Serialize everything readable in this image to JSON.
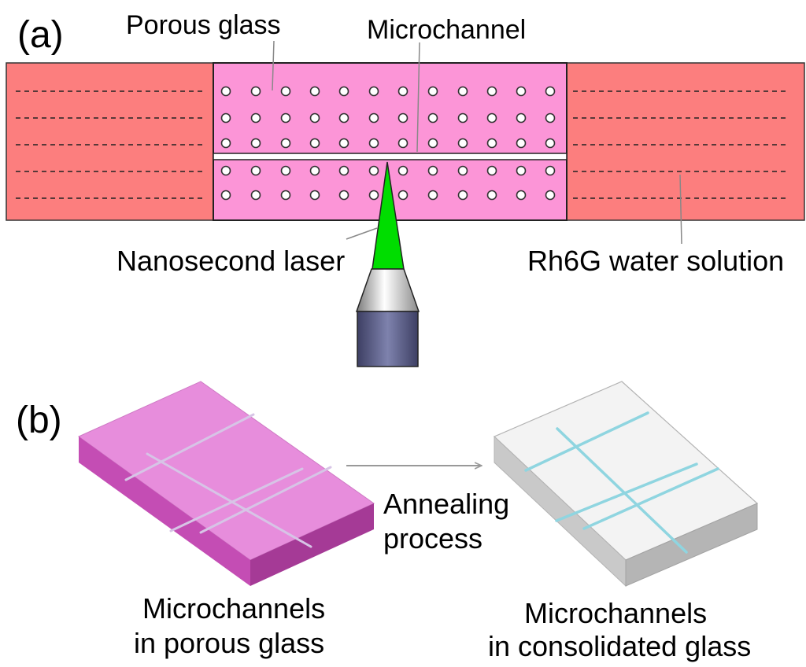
{
  "panel_a": {
    "label": "(a)",
    "porous_glass_label": "Porous glass",
    "microchannel_label": "Microchannel",
    "laser_label": "Nanosecond laser",
    "solution_label": "Rh6G water solution"
  },
  "panel_b": {
    "label": "(b)",
    "process_label_line1": "Annealing",
    "process_label_line2": "process",
    "left_caption_line1": "Microchannels",
    "left_caption_line2": "in porous glass",
    "right_caption_line1": "Microchannels",
    "right_caption_line2": "in consolidated glass"
  },
  "colors": {
    "solution": "#fc7e7e",
    "porous_glass": "#fc95d7",
    "laser_beam": "#00dd00",
    "objective": "#5b5e85",
    "block_porous": "#d64fc4",
    "block_consolidated": "#d9d9d9",
    "channel_consolidated": "#8fd5e0"
  }
}
